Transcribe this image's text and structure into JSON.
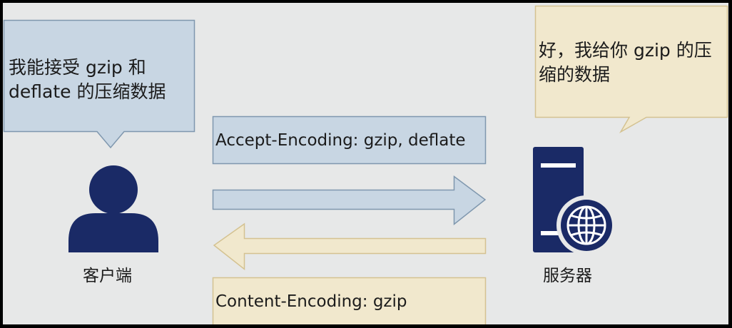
{
  "client": {
    "bubble_text": "我能接受  gzip 和\ndeflate 的压缩数据",
    "label": "客户端"
  },
  "server": {
    "bubble_text": "好，我给你 gzip 的压\n缩的数据",
    "label": "服务器"
  },
  "request": {
    "header_text": "Accept-Encoding: gzip, deflate"
  },
  "response": {
    "header_text": "Content-Encoding: gzip"
  },
  "colors": {
    "background": "#e7e8e8",
    "blue_fill": "#c8d6e3",
    "blue_stroke": "#7f97ae",
    "yellow_fill": "#f1e8cd",
    "yellow_stroke": "#d4c291",
    "icon_navy": "#1a2a66"
  },
  "icons": {
    "client": "user-icon",
    "server": "server-globe-icon"
  }
}
